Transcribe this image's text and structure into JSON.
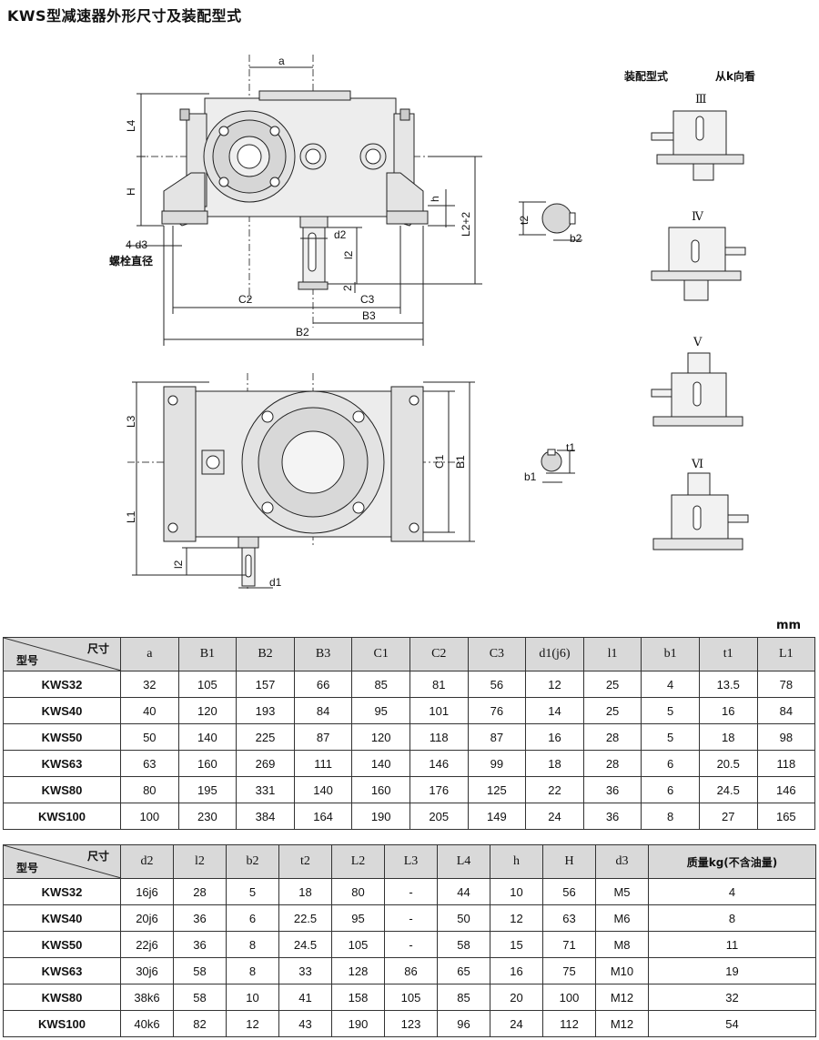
{
  "title": "KWS型减速器外形尺寸及装配型式",
  "unit": "mm",
  "drawing_labels": {
    "a": "a",
    "L4": "L4",
    "H": "H",
    "h": "h",
    "L2p2": "L2+2",
    "t2": "t2",
    "b2": "b2",
    "d2": "d2",
    "l2": "l2",
    "two": "2",
    "d3": "4-d3",
    "bolt": "螺栓直径",
    "C2": "C2",
    "C3": "C3",
    "B3": "B3",
    "B2": "B2",
    "L3": "L3",
    "L1": "L1",
    "C1": "C1",
    "B1": "B1",
    "l2b": "l2",
    "d1": "d1",
    "b1": "b1",
    "t1": "t1"
  },
  "assembly": {
    "heading": "装配型式",
    "view": "从k向看",
    "types": [
      "Ⅲ",
      "Ⅳ",
      "Ⅴ",
      "Ⅵ"
    ]
  },
  "table1": {
    "corner_top": "尺寸",
    "corner_bottom": "型号",
    "headers": [
      "a",
      "B1",
      "B2",
      "B3",
      "C1",
      "C2",
      "C3",
      "d1(j6)",
      "l1",
      "b1",
      "t1",
      "L1"
    ],
    "rows": [
      [
        "KWS32",
        "32",
        "105",
        "157",
        "66",
        "85",
        "81",
        "56",
        "12",
        "25",
        "4",
        "13.5",
        "78"
      ],
      [
        "KWS40",
        "40",
        "120",
        "193",
        "84",
        "95",
        "101",
        "76",
        "14",
        "25",
        "5",
        "16",
        "84"
      ],
      [
        "KWS50",
        "50",
        "140",
        "225",
        "87",
        "120",
        "118",
        "87",
        "16",
        "28",
        "5",
        "18",
        "98"
      ],
      [
        "KWS63",
        "63",
        "160",
        "269",
        "111",
        "140",
        "146",
        "99",
        "18",
        "28",
        "6",
        "20.5",
        "118"
      ],
      [
        "KWS80",
        "80",
        "195",
        "331",
        "140",
        "160",
        "176",
        "125",
        "22",
        "36",
        "6",
        "24.5",
        "146"
      ],
      [
        "KWS100",
        "100",
        "230",
        "384",
        "164",
        "190",
        "205",
        "149",
        "24",
        "36",
        "8",
        "27",
        "165"
      ]
    ]
  },
  "table2": {
    "corner_top": "尺寸",
    "corner_bottom": "型号",
    "headers": [
      "d2",
      "l2",
      "b2",
      "t2",
      "L2",
      "L3",
      "L4",
      "h",
      "H",
      "d3",
      "质量kg(不含油量)"
    ],
    "rows": [
      [
        "KWS32",
        "16j6",
        "28",
        "5",
        "18",
        "80",
        "-",
        "44",
        "10",
        "56",
        "M5",
        "4"
      ],
      [
        "KWS40",
        "20j6",
        "36",
        "6",
        "22.5",
        "95",
        "-",
        "50",
        "12",
        "63",
        "M6",
        "8"
      ],
      [
        "KWS50",
        "22j6",
        "36",
        "8",
        "24.5",
        "105",
        "-",
        "58",
        "15",
        "71",
        "M8",
        "11"
      ],
      [
        "KWS63",
        "30j6",
        "58",
        "8",
        "33",
        "128",
        "86",
        "65",
        "16",
        "75",
        "M10",
        "19"
      ],
      [
        "KWS80",
        "38k6",
        "58",
        "10",
        "41",
        "158",
        "105",
        "85",
        "20",
        "100",
        "M12",
        "32"
      ],
      [
        "KWS100",
        "40k6",
        "82",
        "12",
        "43",
        "190",
        "123",
        "96",
        "24",
        "112",
        "M12",
        "54"
      ]
    ]
  }
}
